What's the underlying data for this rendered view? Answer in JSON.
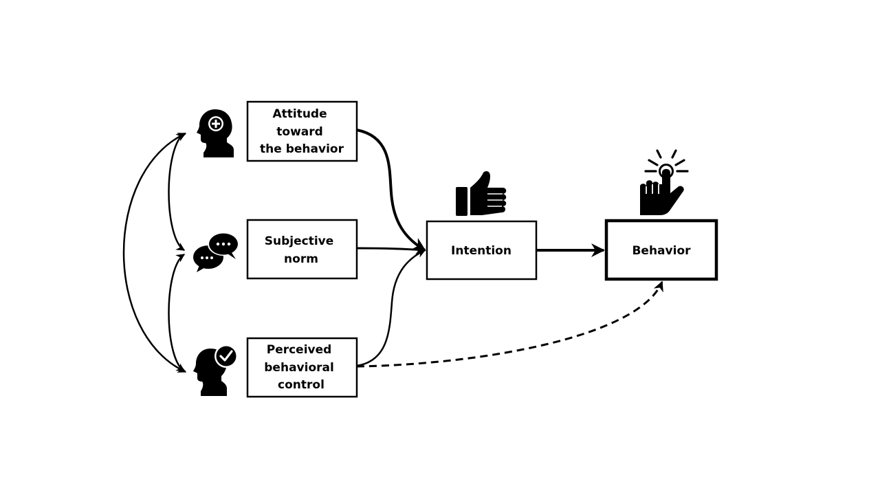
{
  "nodes": {
    "attitude": {
      "lines": [
        "Attitude",
        "toward",
        "the behavior"
      ],
      "icon": "head-plus-icon"
    },
    "subjective_norm": {
      "lines": [
        "Subjective",
        "norm"
      ],
      "icon": "speech-bubbles-icon"
    },
    "perceived_control": {
      "lines": [
        "Perceived",
        "behavioral",
        "control"
      ],
      "icon": "head-check-icon"
    },
    "intention": {
      "lines": [
        "Intention"
      ],
      "icon": "thumbs-up-icon"
    },
    "behavior": {
      "lines": [
        "Behavior"
      ],
      "icon": "click-hand-icon"
    }
  },
  "edges": [
    {
      "from": "attitude",
      "to": "intention",
      "style": "solid"
    },
    {
      "from": "subjective_norm",
      "to": "intention",
      "style": "solid"
    },
    {
      "from": "perceived_control",
      "to": "intention",
      "style": "solid"
    },
    {
      "from": "intention",
      "to": "behavior",
      "style": "solid"
    },
    {
      "from": "perceived_control",
      "to": "behavior",
      "style": "dashed"
    },
    {
      "from": "attitude",
      "to": "subjective_norm",
      "style": "solid",
      "bidirectional": true
    },
    {
      "from": "subjective_norm",
      "to": "perceived_control",
      "style": "solid",
      "bidirectional": true
    },
    {
      "from": "attitude",
      "to": "perceived_control",
      "style": "solid",
      "bidirectional": true
    }
  ],
  "colors": {
    "stroke": "#000000",
    "background": "#ffffff"
  }
}
